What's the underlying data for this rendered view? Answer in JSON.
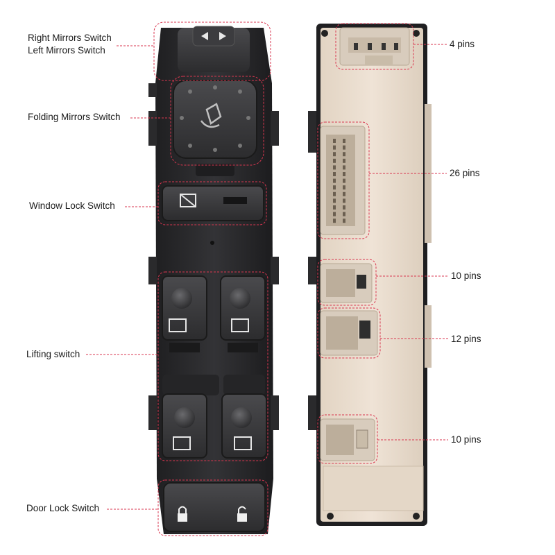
{
  "left_labels": [
    {
      "id": "mirrors-left-right",
      "lines": [
        "Right Mirrors Switch",
        "Left Mirrors Switch"
      ]
    },
    {
      "id": "folding-mirrors",
      "lines": [
        "Folding Mirrors Switch"
      ]
    },
    {
      "id": "window-lock",
      "lines": [
        "Window Lock Switch"
      ]
    },
    {
      "id": "lifting",
      "lines": [
        "Lifting switch"
      ]
    },
    {
      "id": "door-lock",
      "lines": [
        "Door Lock Switch"
      ]
    }
  ],
  "right_labels": [
    {
      "id": "connector-a",
      "text": "4 pins"
    },
    {
      "id": "connector-b",
      "text": "26 pins"
    },
    {
      "id": "connector-c",
      "text": "10 pins"
    },
    {
      "id": "connector-d",
      "text": "12 pins"
    },
    {
      "id": "connector-e",
      "text": "10 pins"
    }
  ],
  "colors": {
    "callout": "#d9364f",
    "switch_body": "#2b2b2d",
    "switch_button": "#3a3a3c",
    "back_housing": "#e9dccd",
    "connector": "#d8ccbd"
  }
}
